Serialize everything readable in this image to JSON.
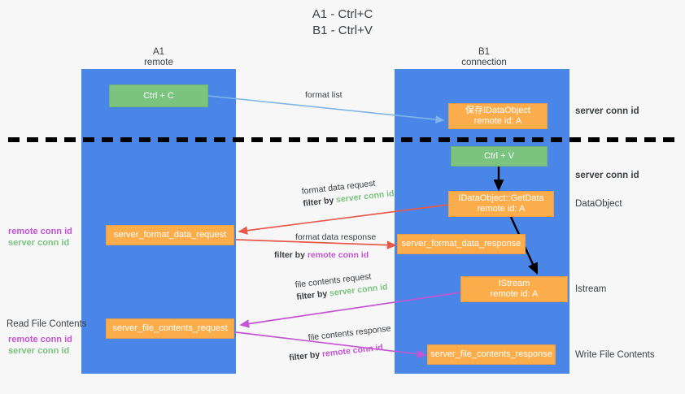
{
  "title": {
    "line1": "A1 - Ctrl+C",
    "line2": "B1 - Ctrl+V"
  },
  "colors": {
    "lane": "#4a86e8",
    "green_node": "#7bc47f",
    "orange_node": "#fbad4b",
    "server_conn": "#7bc47f",
    "remote_conn": "#c354d4",
    "arrow_red": "#e8594a",
    "arrow_magenta": "#c354d4",
    "arrow_blue": "#7fb5e8",
    "arrow_black": "#000000",
    "background": "#f7f7f7"
  },
  "columns": [
    {
      "name": "A1",
      "sub": "remote"
    },
    {
      "name": "B1",
      "sub": "connection"
    }
  ],
  "nodes": {
    "ctrl_c": {
      "label": "Ctrl + C"
    },
    "save_idataobject": {
      "line1": "保存IDataObject",
      "line2": "remote id: A"
    },
    "ctrl_v": {
      "label": "Ctrl + V"
    },
    "getdata": {
      "line1": "IDataObject::GetData",
      "line2": "remote id: A"
    },
    "istream": {
      "line1": "IStream",
      "line2": "remote id: A"
    },
    "format_data_request": {
      "label": "server_format_data_request"
    },
    "format_data_response": {
      "label": "server_format_data_response"
    },
    "file_contents_request": {
      "label": "server_file_contents_request"
    },
    "file_contents_response": {
      "label": "server_file_contents_response"
    }
  },
  "edges": [
    {
      "id": "format-list",
      "label": "format list"
    },
    {
      "id": "format-data-request",
      "line1": "format data request",
      "filter_prefix": "filter by ",
      "filter_value": "server conn id",
      "filter_kind": "server"
    },
    {
      "id": "format-data-response",
      "line1": "format data response",
      "filter_prefix": "filter by ",
      "filter_value": "remote conn id",
      "filter_kind": "remote"
    },
    {
      "id": "file-contents-request",
      "line1": "file contents request",
      "filter_prefix": "filter by ",
      "filter_value": "server conn id",
      "filter_kind": "server"
    },
    {
      "id": "file-contents-response",
      "line1": "file contents response",
      "filter_prefix": "filter by ",
      "filter_value": "remote conn id",
      "filter_kind": "remote"
    }
  ],
  "right_notes": [
    {
      "id": "server-conn-id-top",
      "text": "server conn id",
      "kind": "server"
    },
    {
      "id": "server-conn-id-mid",
      "text": "server conn id",
      "kind": "server"
    },
    {
      "id": "dataobject",
      "text": "DataObject",
      "kind": "plain"
    },
    {
      "id": "istream",
      "text": "Istream",
      "kind": "plain"
    },
    {
      "id": "write-file-contents",
      "text": "Write File Contents",
      "kind": "plain"
    }
  ],
  "left_notes": {
    "conn_pair_mid": {
      "remote": "remote conn id",
      "server": "server conn id"
    },
    "read_file_contents": "Read File Contents",
    "conn_pair_bottom": {
      "remote": "remote conn id",
      "server": "server conn id"
    }
  }
}
